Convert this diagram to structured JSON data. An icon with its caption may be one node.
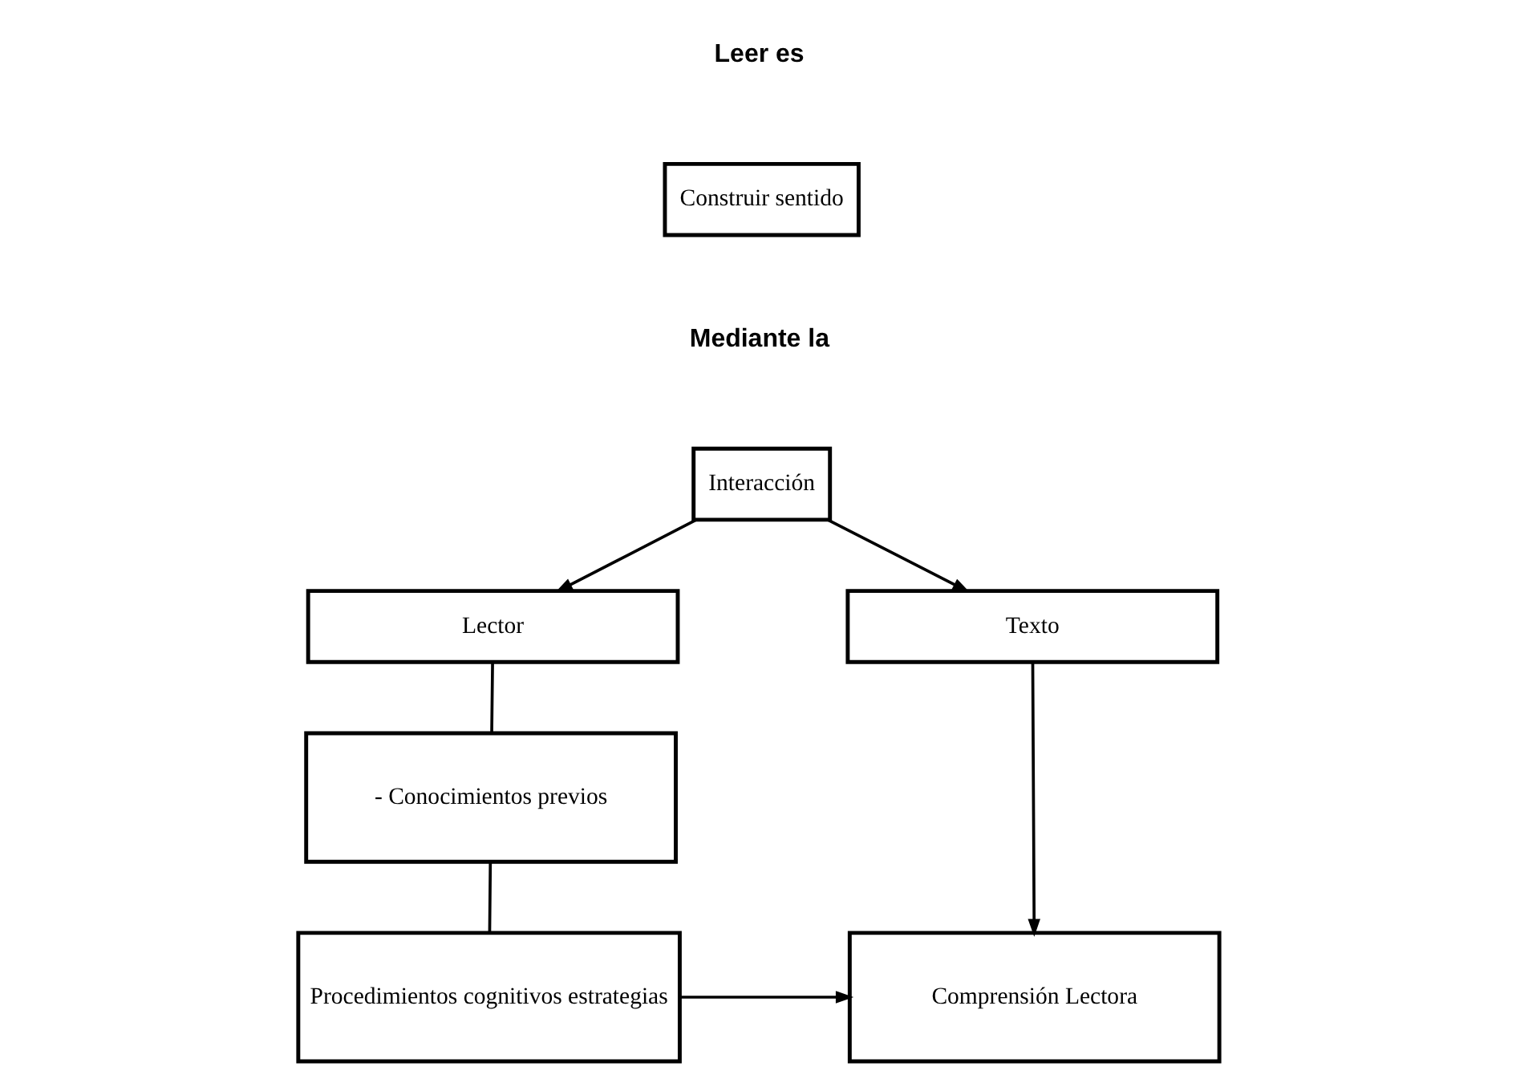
{
  "diagram": {
    "nodes": [
      {
        "text": [
          "Construir sentido"
        ]
      },
      {
        "text": [
          "Interacción"
        ]
      },
      {
        "text": [
          "Lector"
        ]
      },
      {
        "text": [
          "Texto"
        ]
      },
      {
        "text": [
          "- Conocimientos previos"
        ]
      },
      {
        "text": [
          "Procedimientos cognitivos estrategias"
        ]
      },
      {
        "text": [
          "Comprensión Lectora"
        ]
      }
    ],
    "edges": [
      {
        "from": 1,
        "to": 2,
        "arrow": "to"
      },
      {
        "from": 1,
        "to": 3,
        "arrow": "to"
      },
      {
        "from": 2,
        "to": 4,
        "arrow": "none"
      },
      {
        "from": 4,
        "to": 5,
        "arrow": "none"
      },
      {
        "from": 3,
        "to": 6,
        "arrow": "to"
      },
      {
        "from": 5,
        "to": 6,
        "arrow": "to"
      }
    ],
    "labels": [
      "Leer es",
      "Mediante la"
    ]
  }
}
